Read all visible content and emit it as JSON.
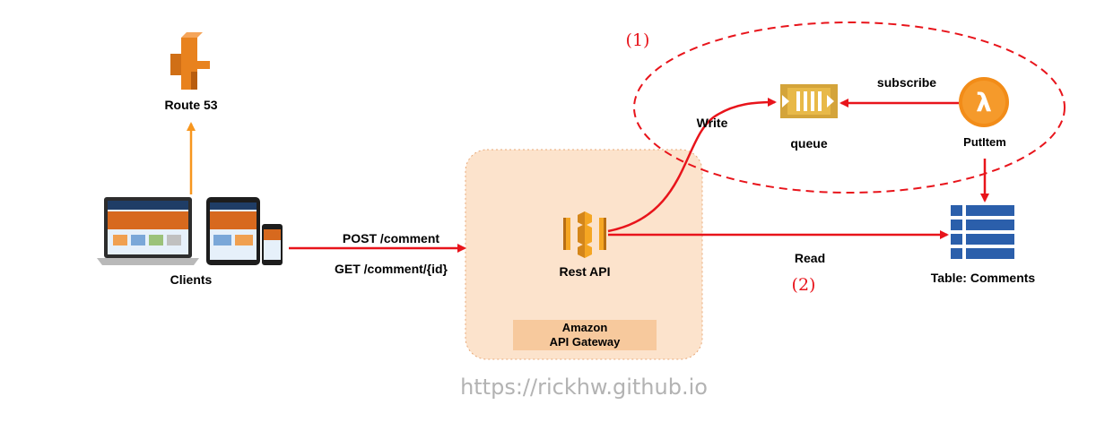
{
  "nodes": {
    "route53": {
      "label": "Route 53",
      "icon": "route53-icon"
    },
    "clients": {
      "label": "Clients",
      "icon": "devices-icon"
    },
    "rest_api": {
      "label": "Rest API",
      "icon": "api-gateway-icon"
    },
    "api_gateway": {
      "line1": "Amazon",
      "line2": "API Gateway"
    },
    "queue": {
      "label": "queue",
      "icon": "sqs-queue-icon"
    },
    "putitem": {
      "label": "PutItem",
      "icon": "lambda-icon"
    },
    "table": {
      "label": "Table: Comments",
      "icon": "dynamodb-table-icon"
    }
  },
  "edges": {
    "post": "POST /comment",
    "get": "GET /comment/{id}",
    "write": "Write",
    "subscribe": "subscribe",
    "read": "Read"
  },
  "markers": {
    "one": "(1)",
    "two": "(2)"
  },
  "watermark": "https://rickhw.github.io",
  "colors": {
    "arrow_red": "#e8141b",
    "arrow_orange": "#f7961e",
    "gateway_fill": "#fce3cc",
    "gateway_border": "#e8a877",
    "gateway_label_bg": "#f7c99d",
    "aws_orange": "#f5a623",
    "aws_dark_orange": "#b86e13",
    "route53_orange": "#e8821e",
    "dynamo_blue": "#2b5fab",
    "marker_red": "#e8141b",
    "watermark": "#b3b3b3"
  }
}
